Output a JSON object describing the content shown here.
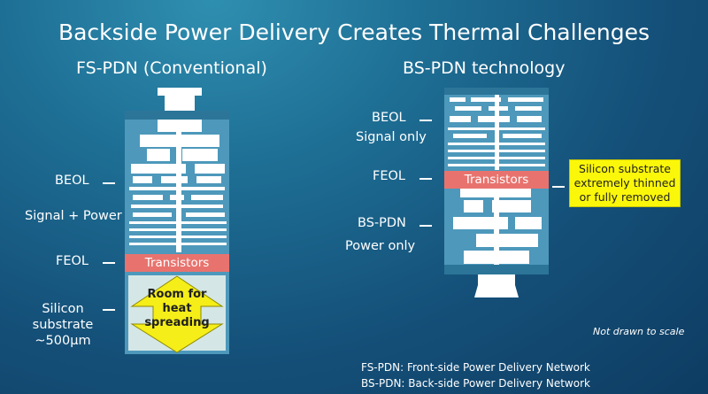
{
  "title": "Backside Power Delivery Creates Thermal Challenges",
  "left": {
    "subtitle": "FS-PDN (Conventional)",
    "labels": {
      "beol": "BEOL",
      "signal_power": "Signal + Power",
      "feol": "FEOL",
      "silicon_line1": "Silicon",
      "silicon_line2": "substrate",
      "silicon_line3": "~500µm"
    },
    "transistors": "Transistors",
    "room_line1": "Room for",
    "room_line2": "heat",
    "room_line3": "spreading"
  },
  "right": {
    "subtitle": "BS-PDN technology",
    "labels": {
      "beol": "BEOL",
      "signal_only": "Signal only",
      "feol": "FEOL",
      "bspdn": "BS-PDN",
      "power_only": "Power only"
    },
    "transistors": "Transistors",
    "callout_line1": "Silicon substrate",
    "callout_line2": "extremely thinned",
    "callout_line3": "or fully removed"
  },
  "note": "Not drawn to scale",
  "legend": {
    "line1": "FS-PDN: Front-side Power Delivery Network",
    "line2": "BS-PDN: Back-side Power Delivery Network"
  },
  "colors": {
    "transistor_band": "#e8736e",
    "callout": "#fbf70a",
    "arrow": "#f5ee18",
    "substrate": "#d4e7e6"
  }
}
